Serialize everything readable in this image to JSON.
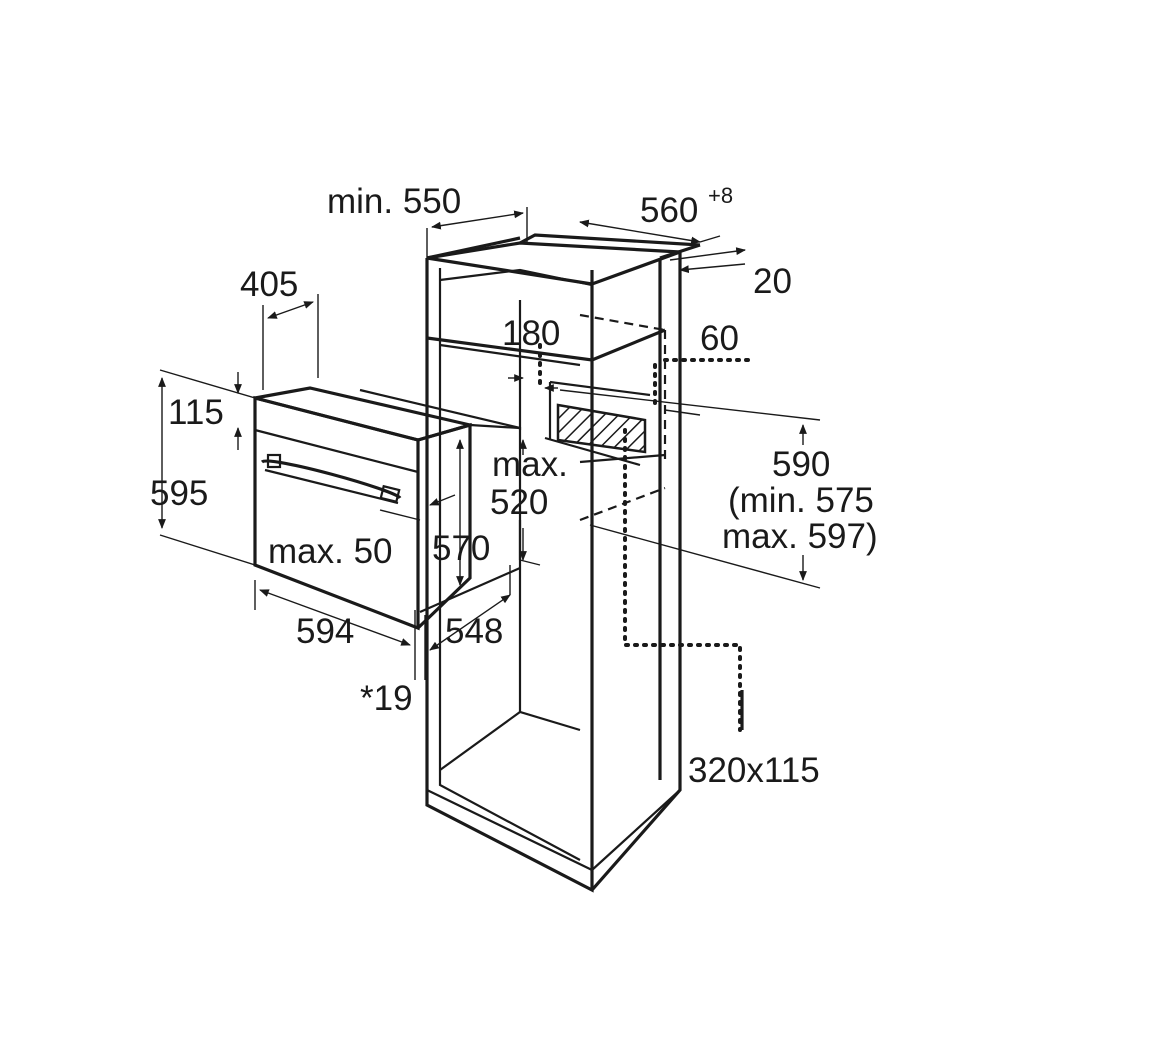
{
  "labels": {
    "min_550": "min. 550",
    "w560": "560",
    "w560_tol": "+8",
    "d20": "20",
    "d405": "405",
    "d180": "180",
    "d60": "60",
    "d115": "115",
    "d595": "595",
    "max": "max.",
    "d520": "520",
    "d590": "590",
    "min_575": "(min. 575",
    "max_597": "max. 597)",
    "max_50": "max. 50",
    "d570": "570",
    "d594": "594",
    "d548": "548",
    "star19": "*19",
    "cutout": "320x115"
  }
}
